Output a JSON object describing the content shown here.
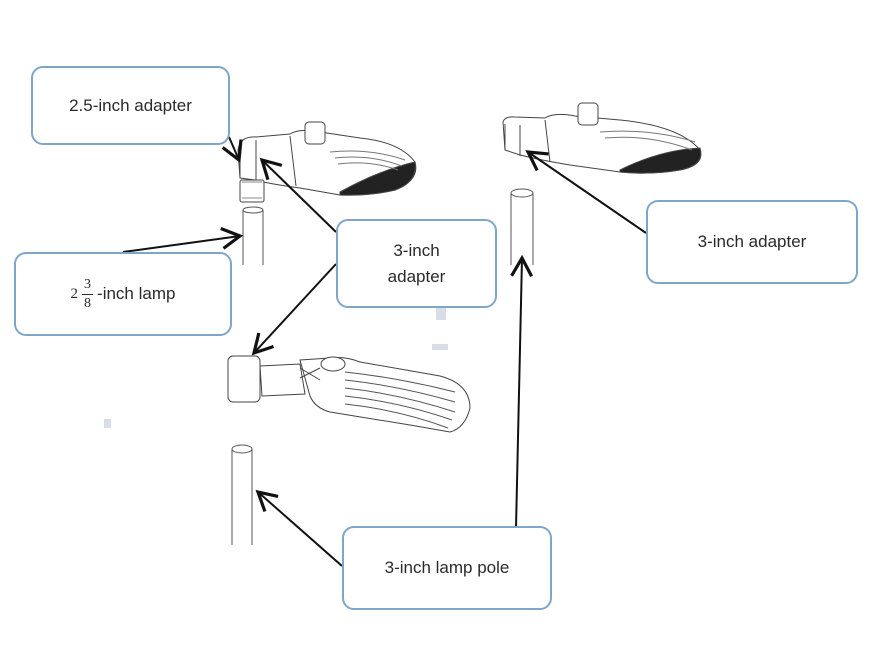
{
  "diagram": {
    "callouts": {
      "adapter_2_5": "2.5-inch adapter",
      "lamp_2_3_8": {
        "whole": "2",
        "numerator": "3",
        "denominator": "8",
        "suffix": "-inch lamp"
      },
      "adapter_3_center_line1": "3-inch",
      "adapter_3_center_line2": "adapter",
      "adapter_3_right": "3-inch adapter",
      "lamp_pole_3": "3-inch lamp pole"
    },
    "colors": {
      "callout_border": "#7ea6c9",
      "text": "#2a2a2a",
      "arrow": "#111111",
      "drawing": "#555555"
    }
  }
}
